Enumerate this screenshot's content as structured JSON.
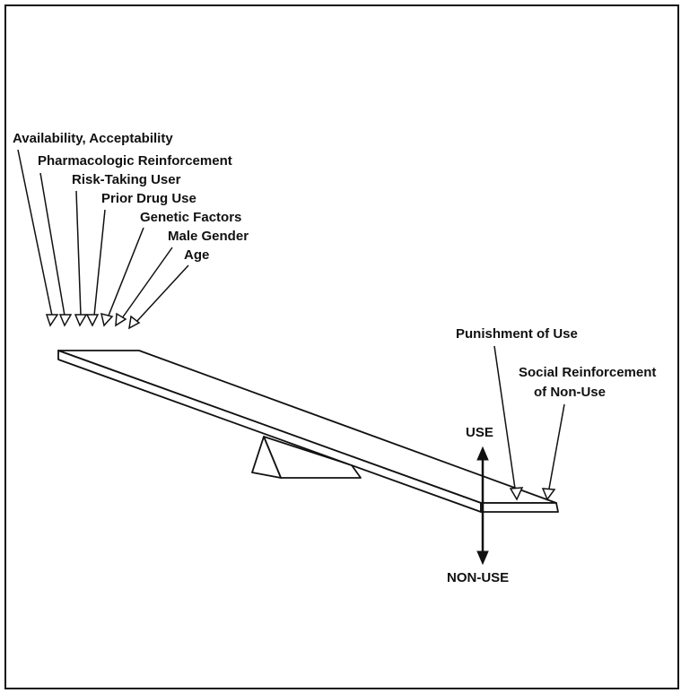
{
  "diagram": {
    "use_factors": [
      "Availability, Acceptability",
      "Pharmacologic Reinforcement",
      "Risk-Taking User",
      "Prior Drug Use",
      "Genetic Factors",
      "Male Gender",
      "Age"
    ],
    "nonuse_factors": {
      "punishment": "Punishment of Use",
      "social_line1": "Social Reinforcement",
      "social_line2": "of Non-Use"
    },
    "use_label": "USE",
    "nonuse_label": "NON-USE"
  }
}
